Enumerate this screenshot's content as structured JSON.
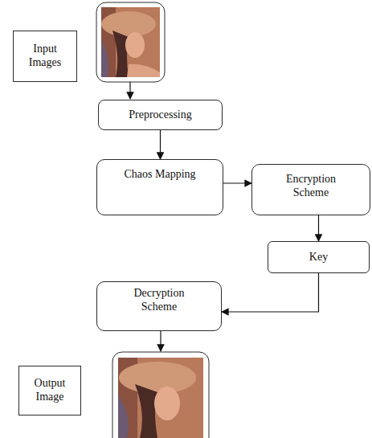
{
  "diagram": {
    "nodes": [
      {
        "text": [
          "Input Images"
        ]
      },
      {
        "text": [
          "Preprocessing"
        ]
      },
      {
        "text": [
          "Chaos Mapping"
        ]
      },
      {
        "text": [
          "Encryption Scheme"
        ]
      },
      {
        "text": [
          "Key"
        ]
      },
      {
        "text": [
          "Decryption Scheme"
        ]
      },
      {
        "text": [
          "Output Image"
        ]
      }
    ],
    "edges": [
      {
        "from": 1,
        "to": 2,
        "arrow": "to"
      },
      {
        "from": 2,
        "to": 3,
        "arrow": "to"
      },
      {
        "from": 3,
        "to": 4,
        "arrow": "to"
      },
      {
        "from": 4,
        "to": 5,
        "arrow": "to"
      }
    ]
  }
}
